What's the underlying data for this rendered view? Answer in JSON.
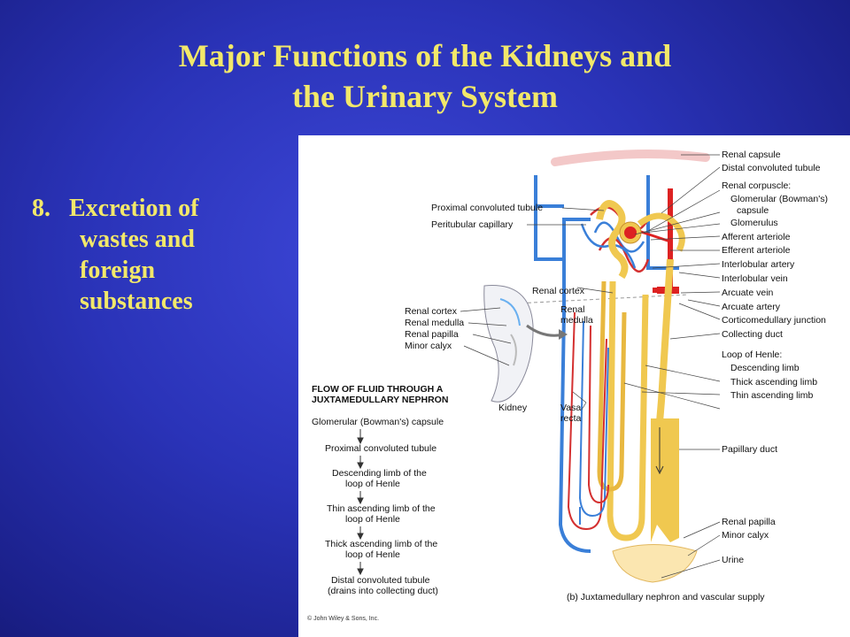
{
  "slide": {
    "title_line1": "Major Functions of the Kidneys and",
    "title_line2": "the Urinary System",
    "bullet": {
      "number": "8.",
      "line1": "Excretion of",
      "line2": "wastes and",
      "line3": "foreign",
      "line4": "substances"
    }
  },
  "figure": {
    "right_labels": [
      "Renal capsule",
      "Distal convoluted tubule",
      "Renal corpuscle:",
      "Glomerular (Bowman's)",
      "capsule",
      "Glomerulus",
      "Afferent arteriole",
      "Efferent arteriole",
      "Interlobular artery",
      "Interlobular vein",
      "Arcuate vein",
      "Arcuate artery",
      "Corticomedullary junction",
      "Collecting duct",
      "Loop of Henle:",
      "Descending limb",
      "Thick ascending limb",
      "Thin ascending limb",
      "Papillary duct",
      "Renal papilla",
      "Minor calyx",
      "Urine"
    ],
    "left_labels": {
      "pct": "Proximal convoluted tubule",
      "pc": "Peritubular capillary",
      "renal_cortex_inset": "Renal cortex",
      "renal_cortex": "Renal cortex",
      "renal_medulla": "Renal medulla",
      "renal_papilla": "Renal papilla",
      "minor_calyx": "Minor calyx",
      "renal_medulla_big_1": "Renal",
      "renal_medulla_big_2": "medulla",
      "kidney": "Kidney",
      "vasa_1": "Vasa",
      "vasa_2": "recta"
    },
    "flow": {
      "heading1": "FLOW OF FLUID THROUGH A",
      "heading2": "JUXTAMEDULLARY NEPHRON",
      "steps": [
        "Glomerular (Bowman's) capsule",
        "Proximal convoluted tubule",
        "Descending limb of the",
        "loop of Henle",
        "Thin ascending limb of the",
        "loop of Henle",
        "Thick ascending limb of the",
        "loop of Henle",
        "Distal convoluted tubule",
        "(drains into collecting duct)"
      ]
    },
    "caption": "(b) Juxtamedullary nephron and vascular supply",
    "copyright": "© John Wiley & Sons, Inc."
  }
}
